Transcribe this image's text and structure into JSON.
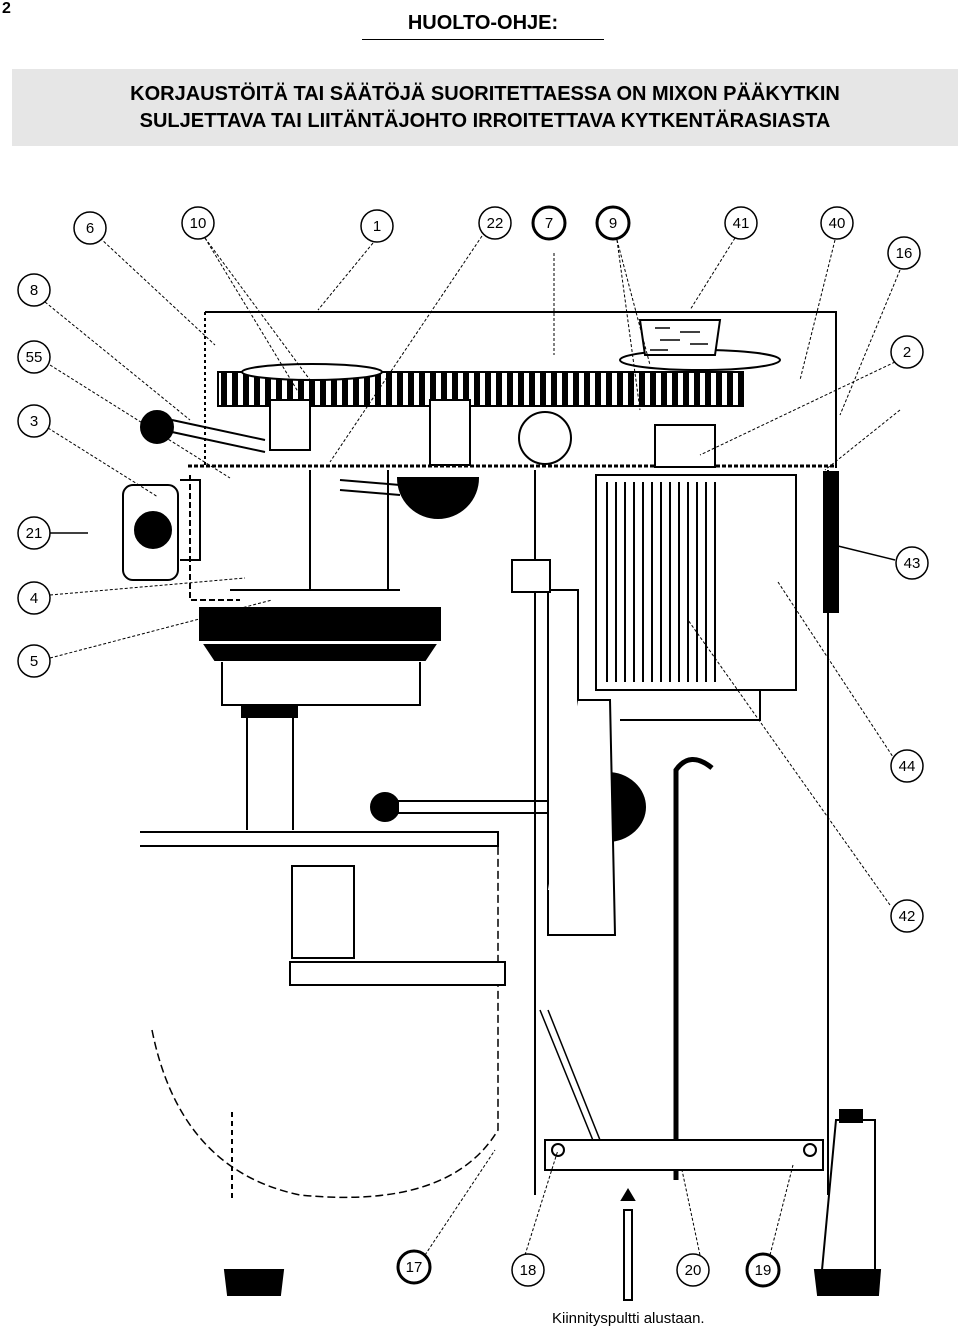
{
  "page_number": "2",
  "title": "HUOLTO-OHJE:",
  "warning": {
    "line1": "KORJAUSTÖITÄ TAI SÄÄTÖJÄ SUORITETTAESSA ON MIXON PÄÄKYTKIN",
    "line2": "SULJETTAVA TAI LIITÄNTÄJOHTO IRROITETTAVA KYTKENTÄRASIASTA"
  },
  "callouts": {
    "c6": "6",
    "c10": "10",
    "c1": "1",
    "c22": "22",
    "c7": "7",
    "c9": "9",
    "c41": "41",
    "c40": "40",
    "c16": "16",
    "c8": "8",
    "c55": "55",
    "c2": "2",
    "c3": "3",
    "c21": "21",
    "c43": "43",
    "c4": "4",
    "c5": "5",
    "c44": "44",
    "c42": "42",
    "c17": "17",
    "c18": "18",
    "c20": "20",
    "c19": "19"
  },
  "caption": "Kiinnityspultti alustaan."
}
